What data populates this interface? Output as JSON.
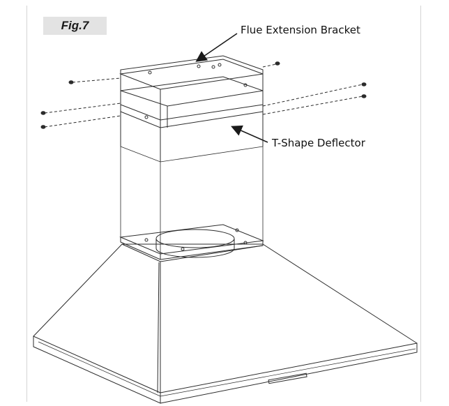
{
  "figure": {
    "label": "Fig.7"
  },
  "callouts": {
    "flue_extension_bracket": "Flue Extension Bracket",
    "t_shape_deflector": "T-Shape Deflector"
  },
  "colors": {
    "line": "#2b2b2b",
    "label_bg": "#e3e3e3"
  }
}
